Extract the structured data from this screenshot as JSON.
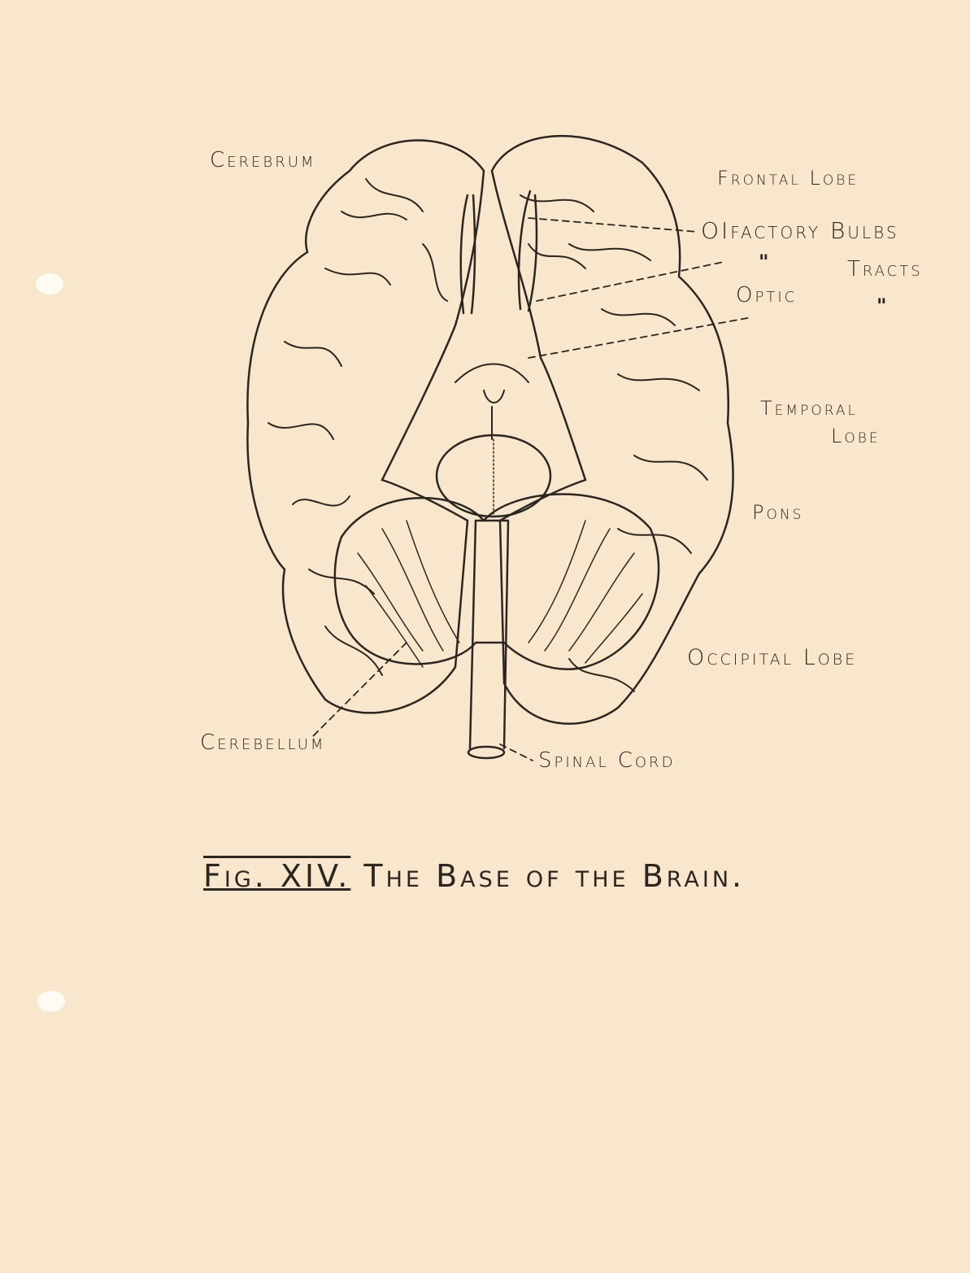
{
  "labels": {
    "cerebrum": "Cerebrum",
    "frontal_lobe": "Frontal Lobe",
    "olfactory_bulbs": "OIfactory Bulbs",
    "olfactory_tracts_ditto": "\"",
    "tracts": "Tracts",
    "optic": "Optic",
    "optic_tracts_ditto": "\"",
    "temporal_lobe_line1": "Temporal",
    "temporal_lobe_line2": "Lobe",
    "pons": "Pons",
    "occipital_lobe": "Occipital Lobe",
    "cerebellum": "Cerebellum",
    "spinal_cord": "Spinal Cord"
  },
  "caption": {
    "fig": "Fig. XIV.",
    "title": "The Base of the Brain."
  },
  "colors": {
    "paper": "#f8e7cd",
    "ink": "#2b2620"
  }
}
